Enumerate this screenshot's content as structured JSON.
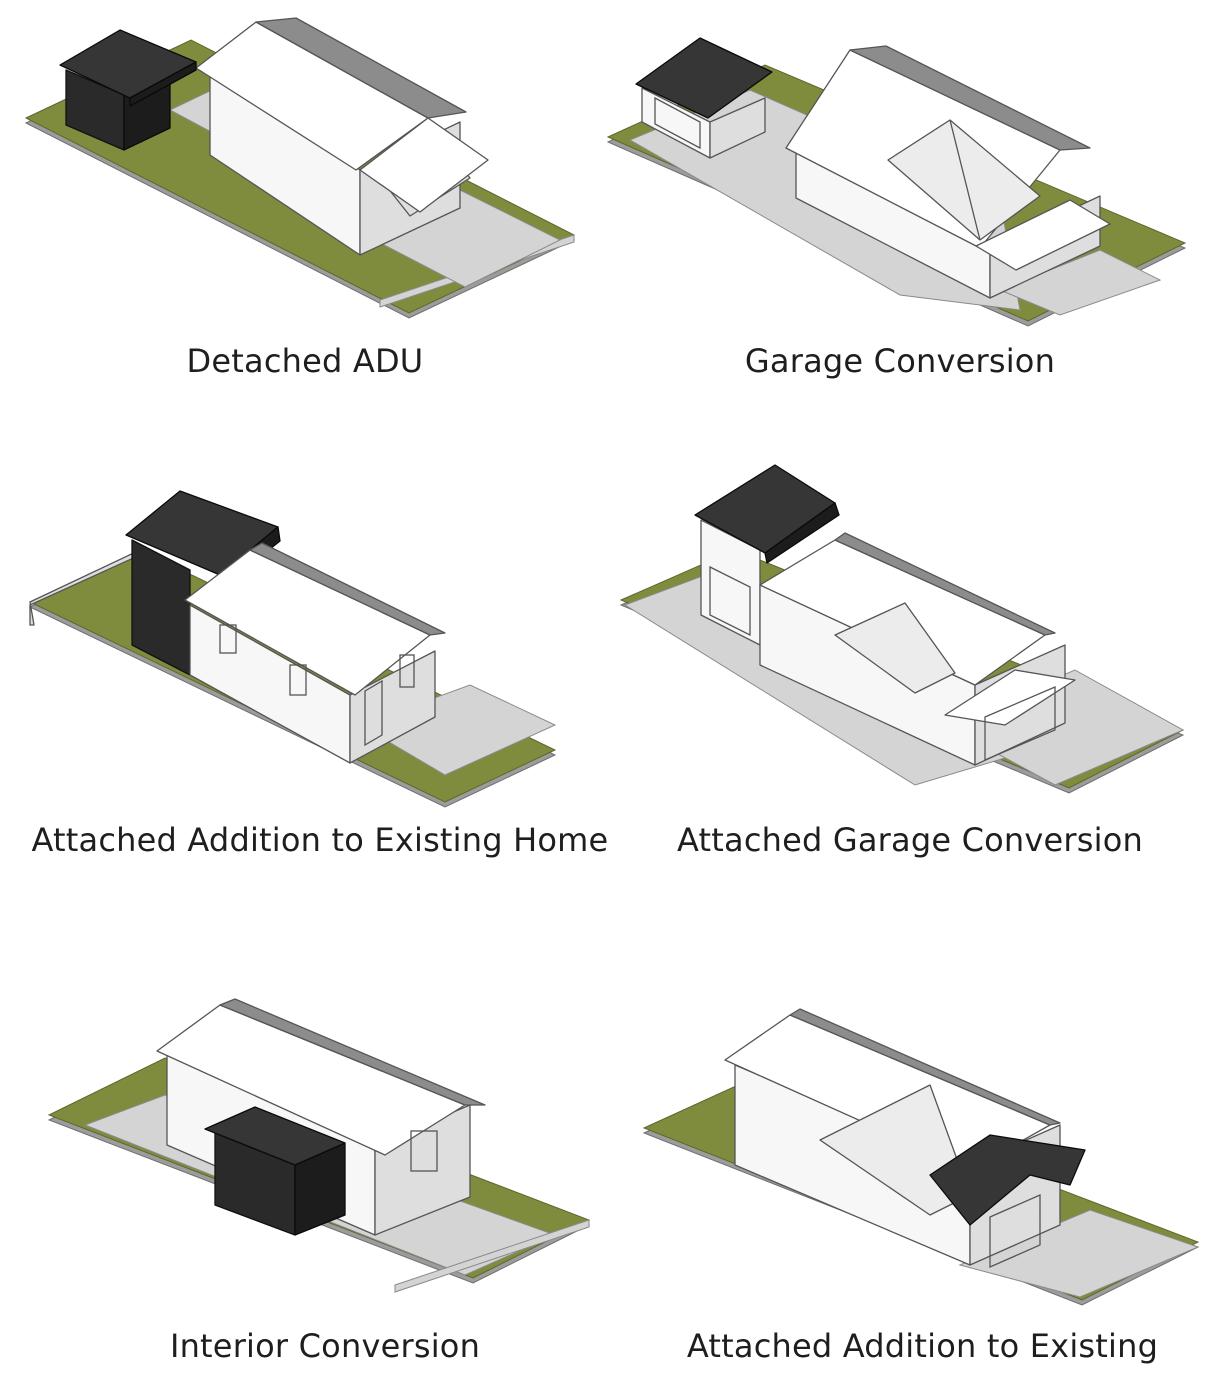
{
  "colors": {
    "grass": "#7f8c3e",
    "paving": "#d4d4d4",
    "new_unit_dark": "#222222",
    "existing_house_white": "#f5f5f5"
  },
  "diagrams": [
    {
      "id": "detached-adu",
      "caption": "Detached ADU"
    },
    {
      "id": "garage-conversion",
      "caption": "Garage Conversion"
    },
    {
      "id": "attached-addition-to-existing-home",
      "caption": "Attached Addition to Existing Home"
    },
    {
      "id": "attached-garage-conversion",
      "caption": "Attached Garage Conversion"
    },
    {
      "id": "interior-conversion",
      "caption": "Interior Conversion"
    },
    {
      "id": "attached-addition-to-existing",
      "caption": "Attached Addition to Existing"
    }
  ]
}
